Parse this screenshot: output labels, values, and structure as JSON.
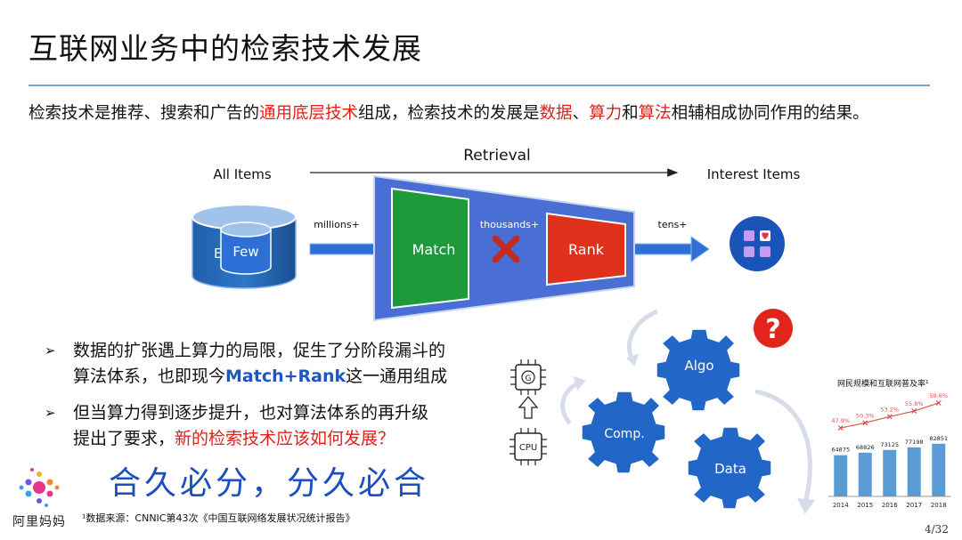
{
  "title": "互联网业务中的检索技术发展",
  "subtitle": {
    "part1": "检索技术是推荐、搜索和广告的",
    "highlight1": "通用底层技术",
    "part2": "组成，检索技术的发展是",
    "highlight2": "数据",
    "sep1": "、",
    "highlight3": "算力",
    "sep2": "和",
    "highlight4": "算法",
    "part3": "相辅相成协同作用的结果。"
  },
  "funnel": {
    "retrieval_label": "Retrieval",
    "all_items_label": "All Items",
    "interest_items_label": "Interest Items",
    "db_outer_label": "E",
    "db_inner_label": "Few",
    "millions_label": "millions+",
    "thousands_label": "thousands+",
    "tens_label": "tens+",
    "match_label": "Match",
    "rank_label": "Rank"
  },
  "bullets": [
    {
      "line1": "数据的扩张遇上算力的局限，促生了分阶段漏斗的",
      "line2a": "算法体系，也即现今",
      "line2b": "Match+Rank",
      "line2c": "这一通用组成"
    },
    {
      "line1": "但当算力得到逐步提升，也对算法体系的再升级",
      "line2a": "提出了要求，",
      "line2b": "新的检索技术应该如何发展？"
    }
  ],
  "motto": "合久必分，分久必合",
  "gears": {
    "algo": "Algo",
    "comp": "Comp.",
    "data": "Data",
    "question": "?",
    "cpu": "CPU",
    "gpu": "G"
  },
  "chart_data": {
    "type": "bar",
    "title": "网民规模和互联网普及率¹",
    "categories": [
      "2014",
      "2015",
      "2016",
      "2017",
      "2018"
    ],
    "series": [
      {
        "values": [
          64875,
          68826,
          73125,
          77198,
          82851
        ]
      },
      {
        "values": [
          47.9,
          50.3,
          53.2,
          55.8,
          59.6
        ],
        "labels": [
          "47.9%",
          "50.3%",
          "53.2%",
          "55.8%",
          "59.6%"
        ]
      }
    ],
    "bar_color": "#5b9bd5",
    "line_color": "#d9534f"
  },
  "footnote": "¹数据来源：CNNIC第43次《中国互联网络发展状况统计报告》",
  "logo_text": "阿里妈妈",
  "page_number": "4/32"
}
